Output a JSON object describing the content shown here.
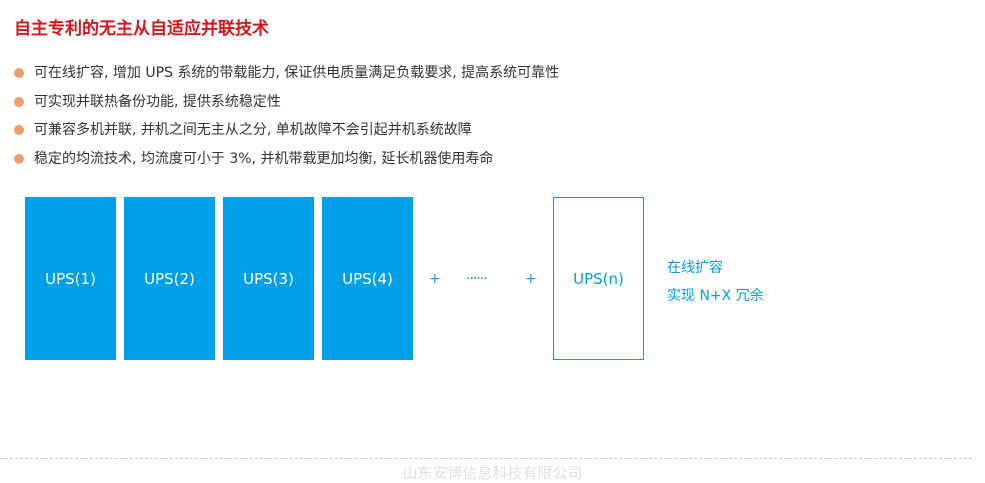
{
  "title": "自主专利的无主从自适应并联技术",
  "bullets": [
    "可在线扩容, 增加 UPS 系统的带载能力, 保证供电质量满足负载要求, 提高系统可靠性",
    "可实现并联热备份功能, 提供系统稳定性",
    "可兼容多机并联, 并机之间无主从之分, 单机故障不会引起并机系统故障",
    "稳定的均流技术, 均流度可小于 3%, 并机带载更加均衡, 延长机器使用寿命"
  ],
  "diagram": {
    "units": [
      "UPS(1)",
      "UPS(2)",
      "UPS(3)",
      "UPS(4)"
    ],
    "plus": "+",
    "ellipsis": "······",
    "last_unit": "UPS(n)",
    "side_lines": [
      "在线扩容",
      "实现 N+X 冗余"
    ],
    "colors": {
      "fill": "#00a0e9",
      "bullet_dot": "#ef9c72",
      "title": "#d8141b"
    }
  },
  "footer": "山东安博信息科技有限公司"
}
